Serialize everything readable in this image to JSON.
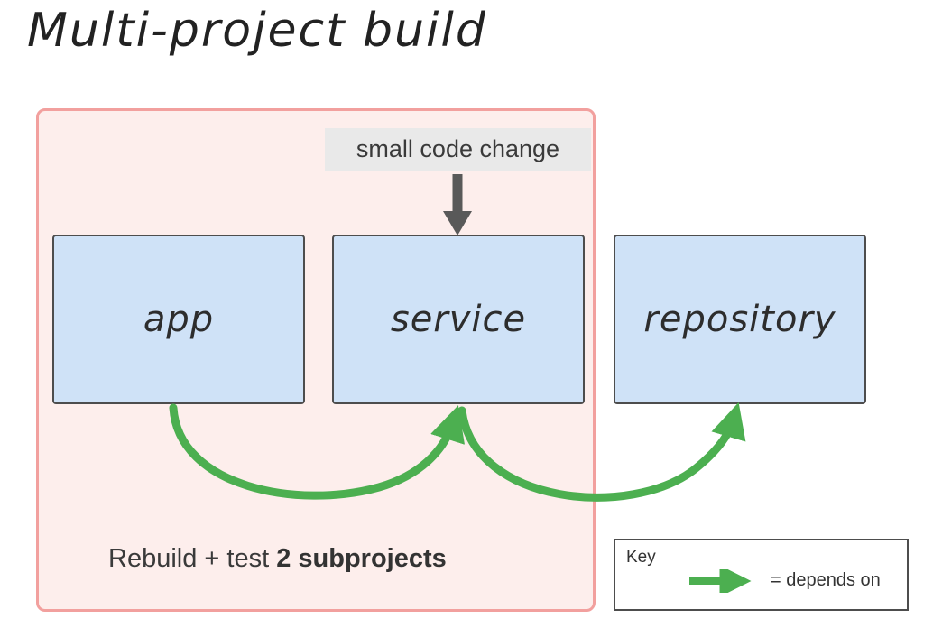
{
  "title": "Multi-project build",
  "colors": {
    "green": "#4caf50",
    "pink-border": "#f2a09e",
    "pink-fill": "#fdeeec",
    "box-fill": "#cfe2f7",
    "box-border": "#4d4d4d",
    "dark-arrow": "#595959",
    "label-bg": "#e9e9e9",
    "text": "#333333"
  },
  "annotation": {
    "label": "small code change"
  },
  "nodes": [
    {
      "id": "app",
      "label": "app"
    },
    {
      "id": "service",
      "label": "service"
    },
    {
      "id": "repository",
      "label": "repository"
    }
  ],
  "edges": [
    {
      "from": "app",
      "to": "service",
      "type": "depends-on"
    },
    {
      "from": "service",
      "to": "repository",
      "type": "depends-on"
    }
  ],
  "caption": {
    "normal": "Rebuild + test ",
    "bold": "2 subprojects"
  },
  "key": {
    "title": "Key",
    "legend": "= depends on"
  }
}
